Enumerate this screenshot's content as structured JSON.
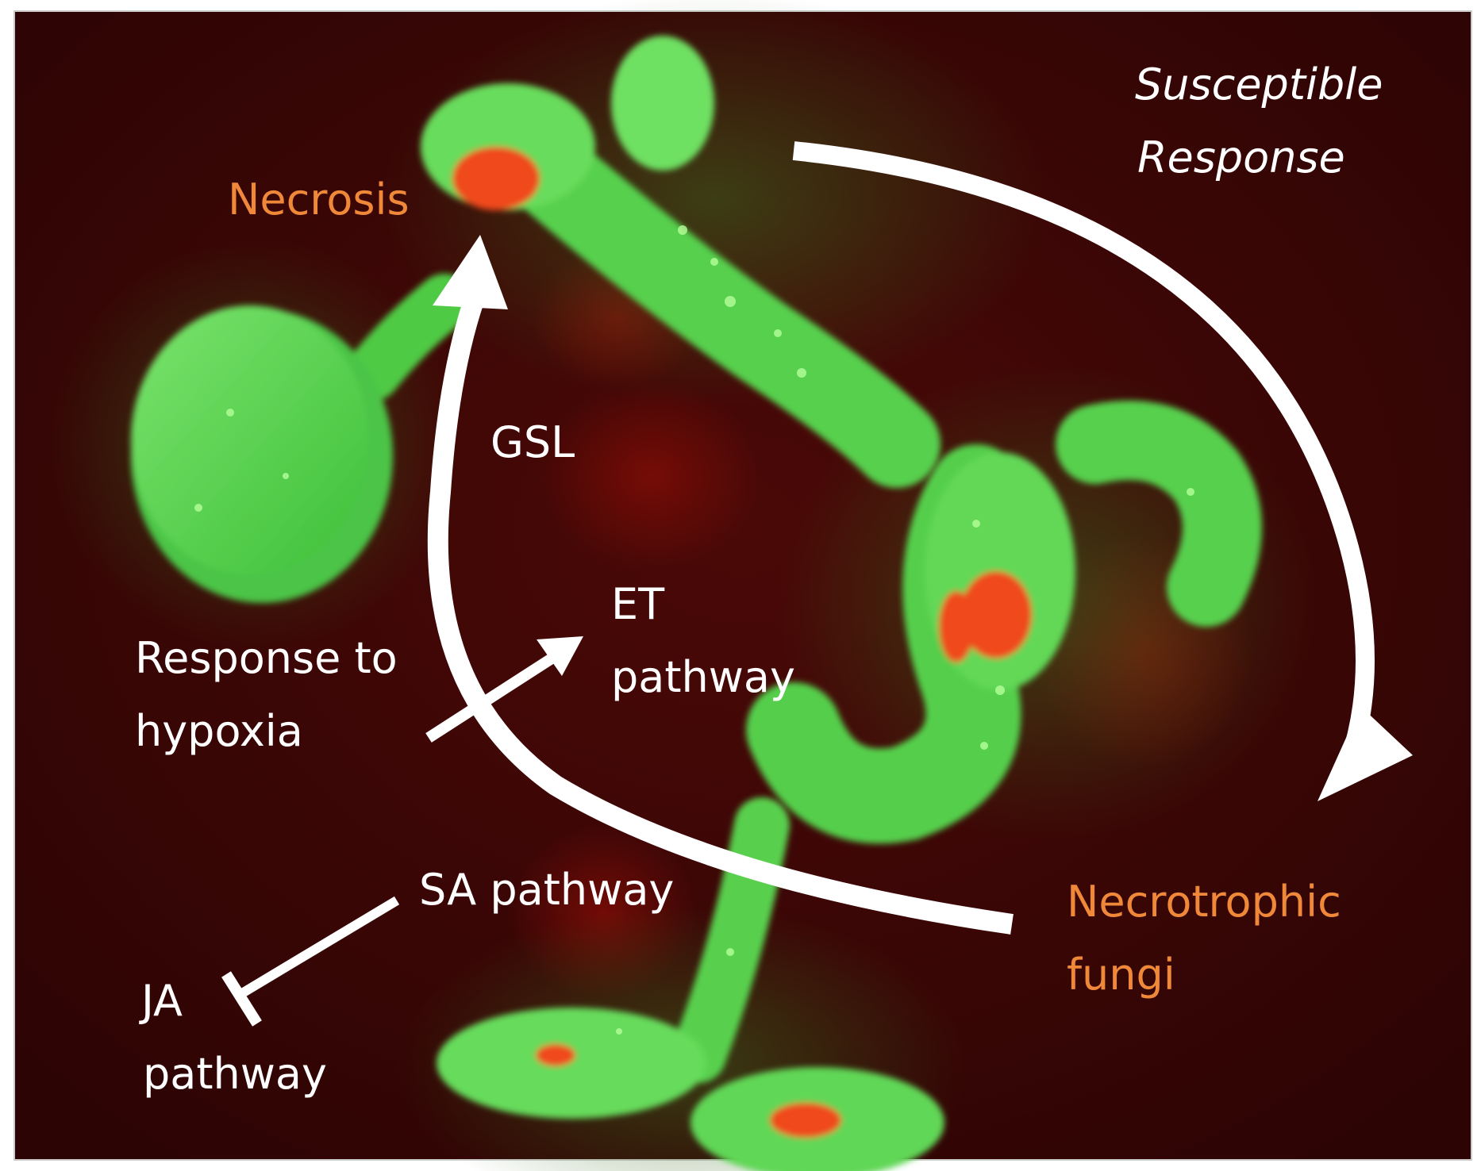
{
  "labels": {
    "title_line1": "Susceptible",
    "title_line2": "Response",
    "necrosis": "Necrosis",
    "gsl": "GSL",
    "et_line1": "ET",
    "et_line2": "pathway",
    "hypoxia_line1": "Response to",
    "hypoxia_line2": "hypoxia",
    "sa": "SA pathway",
    "ja_line1": "JA",
    "ja_line2": "pathway",
    "fungi_line1": "Necrotrophic",
    "fungi_line2": "fungi"
  },
  "colors": {
    "background": "#3a0606",
    "seedling_green": "#5fd95a",
    "necrosis_red": "#f04a1c",
    "label_white": "#ffffff",
    "label_orange": "#f0883a"
  }
}
